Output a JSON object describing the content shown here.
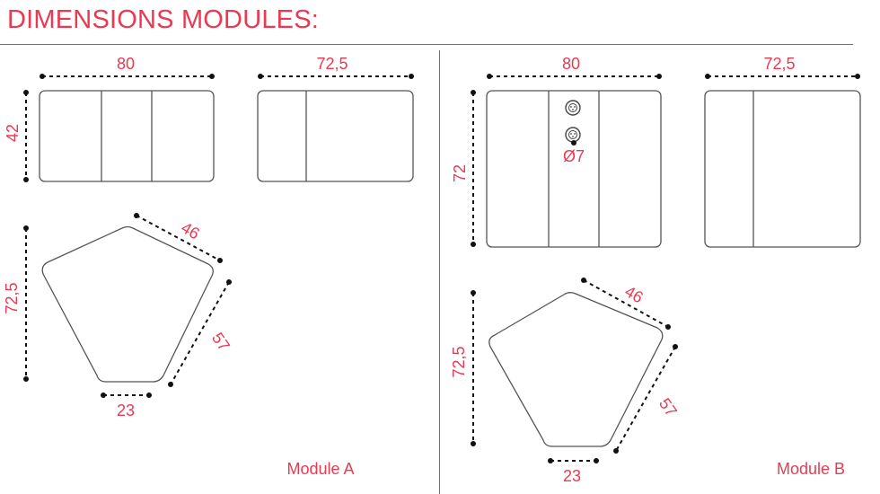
{
  "title": "DIMENSIONS MODULES:",
  "module_a": {
    "label": "Module A",
    "rect_width": "80",
    "rect_height": "42",
    "end_width": "72,5",
    "pent_height": "72,5",
    "pent_side_top": "46",
    "pent_side_right": "57",
    "pent_bottom": "23"
  },
  "module_b": {
    "label": "Module B",
    "rect_width": "80",
    "rect_height": "72",
    "end_width": "72,5",
    "hole_diameter": "Ø7",
    "pent_height": "72,5",
    "pent_side_top": "46",
    "pent_side_right": "57",
    "pent_bottom": "23"
  },
  "colors": {
    "accent": "#ea3a52",
    "outline": "#555555",
    "dimension_line": "#111111"
  }
}
